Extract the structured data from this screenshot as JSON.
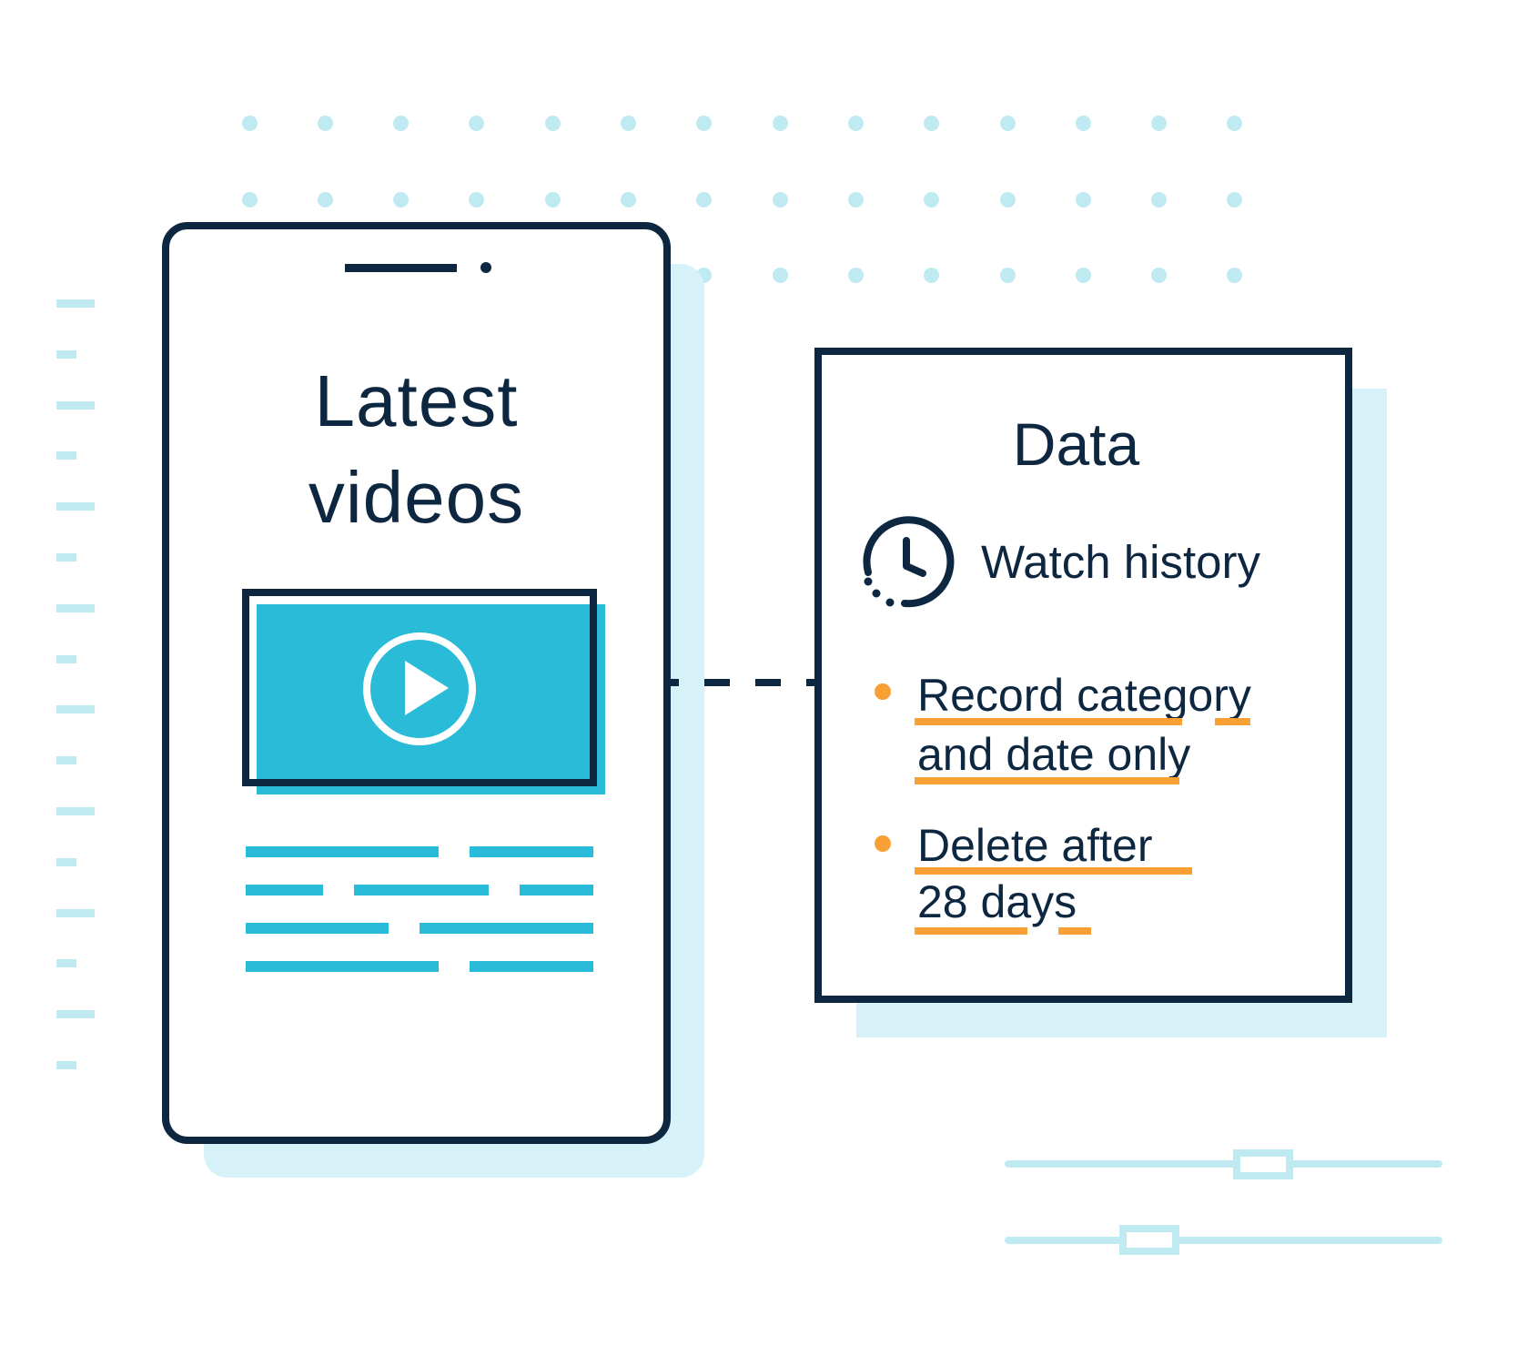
{
  "colors": {
    "navy": "#0e2741",
    "accent_cyan": "#29bbd7",
    "light_cyan": "#bfeaf2",
    "shadow_cyan": "#d6f1f7",
    "highlight_orange": "#f8a033"
  },
  "phone": {
    "title_line1": "Latest",
    "title_line2": "videos",
    "video_thumbnail": {
      "icon": "play-circle-icon"
    }
  },
  "data_card": {
    "title": "Data",
    "section": {
      "icon": "clock-history-icon",
      "label": "Watch history"
    },
    "items": [
      {
        "line1": "Record category",
        "line2": "and date only"
      },
      {
        "line1": "Delete after",
        "line2": "28 days"
      }
    ]
  },
  "sliders": [
    {
      "value": 0.59
    },
    {
      "value": 0.33
    }
  ]
}
